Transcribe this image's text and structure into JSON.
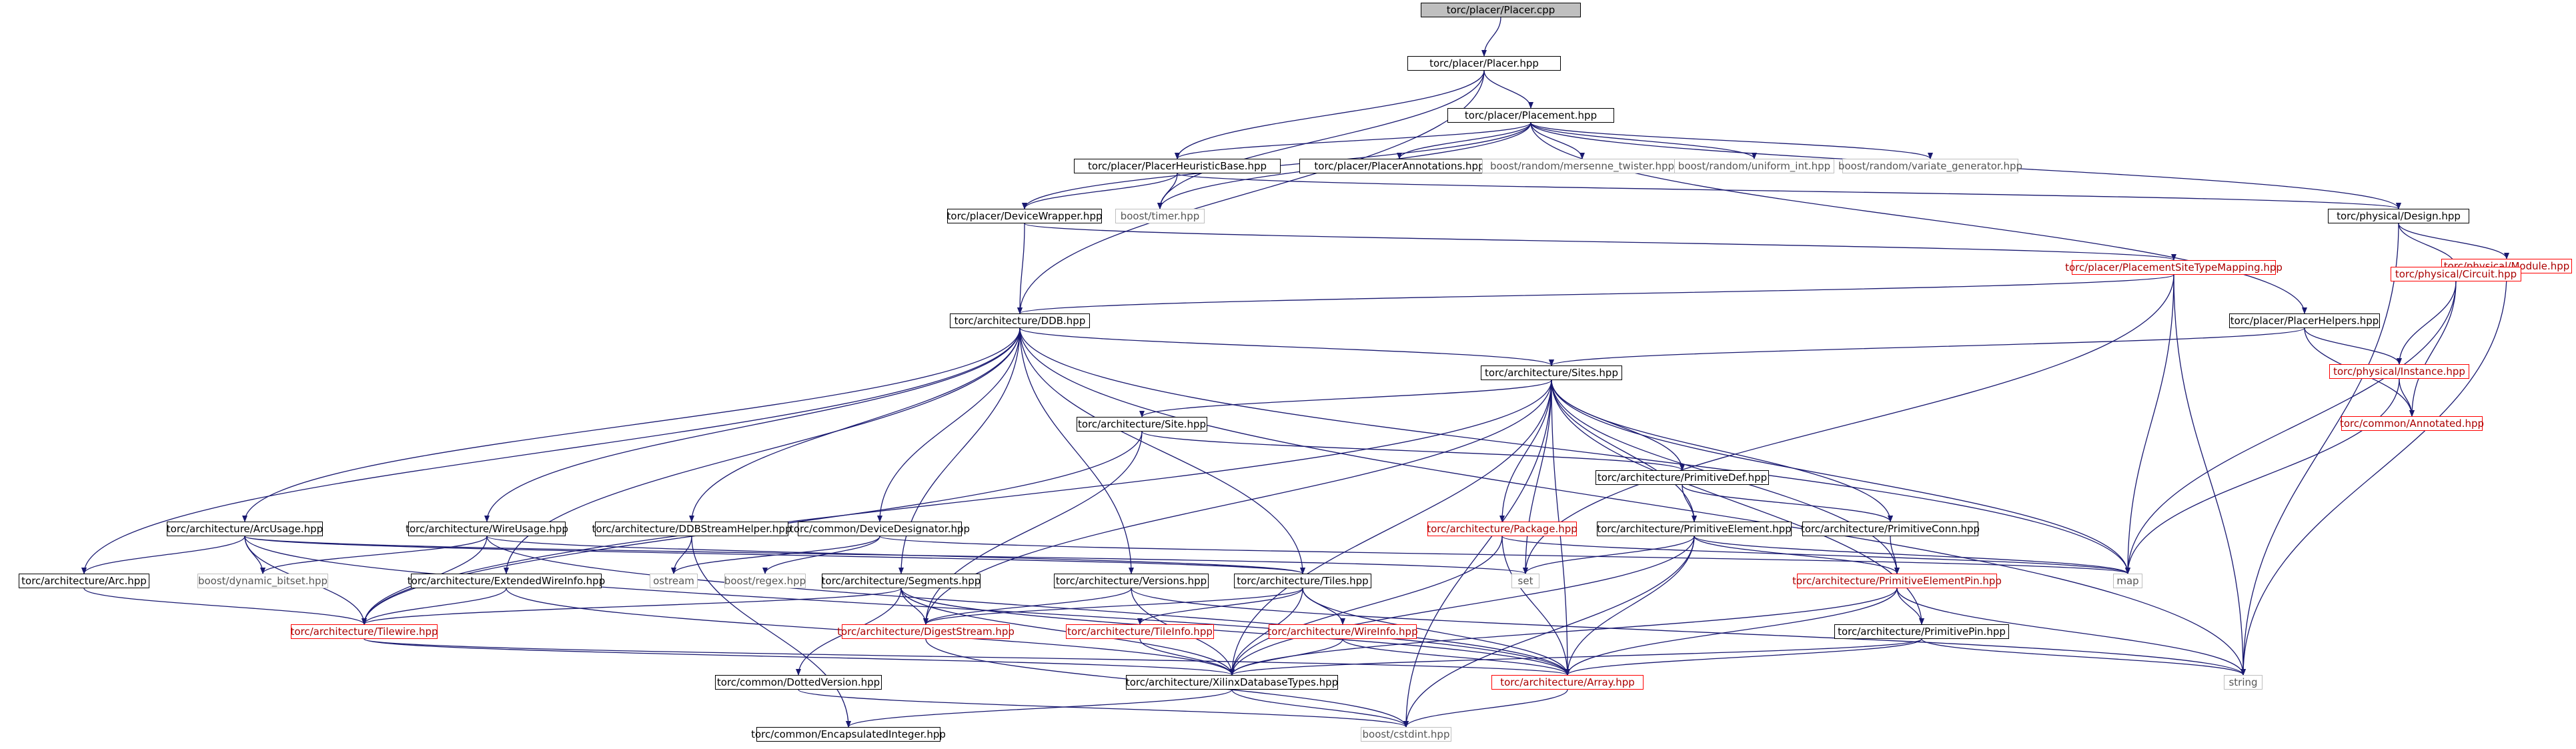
{
  "colors": {
    "edge": "#191970",
    "root_fill": "#bfbfbf",
    "border_normal": "#000000",
    "border_red": "#ff0000",
    "border_gray": "#bfbfbf"
  },
  "nodes": [
    {
      "id": "placer_cpp",
      "label": "torc/placer/Placer.cpp",
      "style": "root"
    },
    {
      "id": "placer_hpp",
      "label": "torc/placer/Placer.hpp",
      "style": "black"
    },
    {
      "id": "placement_hpp",
      "label": "torc/placer/Placement.hpp",
      "style": "black"
    },
    {
      "id": "heuristic_hpp",
      "label": "torc/placer/PlacerHeuristicBase.hpp",
      "style": "black"
    },
    {
      "id": "annotations_hpp",
      "label": "torc/placer/PlacerAnnotations.hpp",
      "style": "black"
    },
    {
      "id": "mersenne",
      "label": "boost/random/mersenne_twister.hpp",
      "style": "gray"
    },
    {
      "id": "uniform_int",
      "label": "boost/random/uniform_int.hpp",
      "style": "gray"
    },
    {
      "id": "variate",
      "label": "boost/random/variate_generator.hpp",
      "style": "gray"
    },
    {
      "id": "timer",
      "label": "boost/timer.hpp",
      "style": "gray"
    },
    {
      "id": "devicewrapper",
      "label": "torc/placer/DeviceWrapper.hpp",
      "style": "black"
    },
    {
      "id": "design",
      "label": "torc/physical/Design.hpp",
      "style": "black"
    },
    {
      "id": "module",
      "label": "torc/physical/Module.hpp",
      "style": "red"
    },
    {
      "id": "circuit",
      "label": "torc/physical/Circuit.hpp",
      "style": "red"
    },
    {
      "id": "psitemapping",
      "label": "torc/placer/PlacementSiteTypeMapping.hpp",
      "style": "red"
    },
    {
      "id": "ddb",
      "label": "torc/architecture/DDB.hpp",
      "style": "black"
    },
    {
      "id": "placerhelpers",
      "label": "torc/placer/PlacerHelpers.hpp",
      "style": "black"
    },
    {
      "id": "instance",
      "label": "torc/physical/Instance.hpp",
      "style": "red"
    },
    {
      "id": "annotated",
      "label": "torc/common/Annotated.hpp",
      "style": "red"
    },
    {
      "id": "sites",
      "label": "torc/architecture/Sites.hpp",
      "style": "black"
    },
    {
      "id": "site",
      "label": "torc/architecture/Site.hpp",
      "style": "black"
    },
    {
      "id": "primitivedef",
      "label": "torc/architecture/PrimitiveDef.hpp",
      "style": "black"
    },
    {
      "id": "arcusage",
      "label": "torc/architecture/ArcUsage.hpp",
      "style": "black"
    },
    {
      "id": "wireusage",
      "label": "torc/architecture/WireUsage.hpp",
      "style": "black"
    },
    {
      "id": "ddbstream",
      "label": "torc/architecture/DDBStreamHelper.hpp",
      "style": "black"
    },
    {
      "id": "devdesignator",
      "label": "torc/common/DeviceDesignator.hpp",
      "style": "black"
    },
    {
      "id": "package",
      "label": "torc/architecture/Package.hpp",
      "style": "red"
    },
    {
      "id": "primelement",
      "label": "torc/architecture/PrimitiveElement.hpp",
      "style": "black"
    },
    {
      "id": "primconn",
      "label": "torc/architecture/PrimitiveConn.hpp",
      "style": "black"
    },
    {
      "id": "arc",
      "label": "torc/architecture/Arc.hpp",
      "style": "black"
    },
    {
      "id": "dynbitset",
      "label": "boost/dynamic_bitset.hpp",
      "style": "gray"
    },
    {
      "id": "extwireinfo",
      "label": "torc/architecture/ExtendedWireInfo.hpp",
      "style": "black"
    },
    {
      "id": "ostream",
      "label": "ostream",
      "style": "gray"
    },
    {
      "id": "regex",
      "label": "boost/regex.hpp",
      "style": "gray"
    },
    {
      "id": "segments",
      "label": "torc/architecture/Segments.hpp",
      "style": "black"
    },
    {
      "id": "versions",
      "label": "torc/architecture/Versions.hpp",
      "style": "black"
    },
    {
      "id": "tiles",
      "label": "torc/architecture/Tiles.hpp",
      "style": "black"
    },
    {
      "id": "set",
      "label": "set",
      "style": "gray"
    },
    {
      "id": "primelementpin",
      "label": "torc/architecture/PrimitiveElementPin.hpp",
      "style": "red"
    },
    {
      "id": "map",
      "label": "map",
      "style": "gray"
    },
    {
      "id": "tilewire",
      "label": "torc/architecture/Tilewire.hpp",
      "style": "red"
    },
    {
      "id": "digeststream",
      "label": "torc/architecture/DigestStream.hpp",
      "style": "red"
    },
    {
      "id": "tileinfo",
      "label": "torc/architecture/TileInfo.hpp",
      "style": "red"
    },
    {
      "id": "wireinfo",
      "label": "torc/architecture/WireInfo.hpp",
      "style": "red"
    },
    {
      "id": "primpin",
      "label": "torc/architecture/PrimitivePin.hpp",
      "style": "black"
    },
    {
      "id": "string",
      "label": "string",
      "style": "gray"
    },
    {
      "id": "dottedversion",
      "label": "torc/common/DottedVersion.hpp",
      "style": "black"
    },
    {
      "id": "xilinxdbtypes",
      "label": "torc/architecture/XilinxDatabaseTypes.hpp",
      "style": "black"
    },
    {
      "id": "array",
      "label": "torc/architecture/Array.hpp",
      "style": "red"
    },
    {
      "id": "encapint",
      "label": "torc/common/EncapsulatedInteger.hpp",
      "style": "black"
    },
    {
      "id": "cstdint",
      "label": "boost/cstdint.hpp",
      "style": "gray"
    }
  ],
  "edges": [
    [
      "placer_cpp",
      "placer_hpp"
    ],
    [
      "placer_hpp",
      "placement_hpp"
    ],
    [
      "placer_hpp",
      "heuristic_hpp"
    ],
    [
      "placer_hpp",
      "timer"
    ],
    [
      "placer_hpp",
      "ddb"
    ],
    [
      "placement_hpp",
      "heuristic_hpp"
    ],
    [
      "placement_hpp",
      "annotations_hpp"
    ],
    [
      "placement_hpp",
      "mersenne"
    ],
    [
      "placement_hpp",
      "uniform_int"
    ],
    [
      "placement_hpp",
      "variate"
    ],
    [
      "placement_hpp",
      "timer"
    ],
    [
      "placement_hpp",
      "devicewrapper"
    ],
    [
      "placement_hpp",
      "design"
    ],
    [
      "placement_hpp",
      "placerhelpers"
    ],
    [
      "heuristic_hpp",
      "devicewrapper"
    ],
    [
      "heuristic_hpp",
      "timer"
    ],
    [
      "heuristic_hpp",
      "design"
    ],
    [
      "devicewrapper",
      "ddb"
    ],
    [
      "devicewrapper",
      "psitemapping"
    ],
    [
      "design",
      "module"
    ],
    [
      "design",
      "circuit"
    ],
    [
      "design",
      "string"
    ],
    [
      "module",
      "circuit"
    ],
    [
      "module",
      "string"
    ],
    [
      "circuit",
      "instance"
    ],
    [
      "circuit",
      "annotated"
    ],
    [
      "circuit",
      "map"
    ],
    [
      "psitemapping",
      "ddb"
    ],
    [
      "psitemapping",
      "set"
    ],
    [
      "psitemapping",
      "map"
    ],
    [
      "psitemapping",
      "string"
    ],
    [
      "placerhelpers",
      "sites"
    ],
    [
      "placerhelpers",
      "instance"
    ],
    [
      "placerhelpers",
      "annotated"
    ],
    [
      "instance",
      "annotated"
    ],
    [
      "instance",
      "map"
    ],
    [
      "ddb",
      "sites"
    ],
    [
      "ddb",
      "arcusage"
    ],
    [
      "ddb",
      "wireusage"
    ],
    [
      "ddb",
      "ddbstream"
    ],
    [
      "ddb",
      "devdesignator"
    ],
    [
      "ddb",
      "segments"
    ],
    [
      "ddb",
      "versions"
    ],
    [
      "ddb",
      "tiles"
    ],
    [
      "ddb",
      "arc"
    ],
    [
      "ddb",
      "extwireinfo"
    ],
    [
      "ddb",
      "map"
    ],
    [
      "ddb",
      "string"
    ],
    [
      "sites",
      "site"
    ],
    [
      "sites",
      "primitivedef"
    ],
    [
      "sites",
      "package"
    ],
    [
      "sites",
      "primelement"
    ],
    [
      "sites",
      "primconn"
    ],
    [
      "sites",
      "primelementpin"
    ],
    [
      "sites",
      "primpin"
    ],
    [
      "sites",
      "tilewire"
    ],
    [
      "sites",
      "digeststream"
    ],
    [
      "sites",
      "array"
    ],
    [
      "sites",
      "xilinxdbtypes"
    ],
    [
      "sites",
      "map"
    ],
    [
      "sites",
      "set"
    ],
    [
      "sites",
      "cstdint"
    ],
    [
      "site",
      "primitivedef"
    ],
    [
      "site",
      "tilewire"
    ],
    [
      "site",
      "digeststream"
    ],
    [
      "primitivedef",
      "primelement"
    ],
    [
      "primitivedef",
      "primconn"
    ],
    [
      "primelement",
      "primelementpin"
    ],
    [
      "primelement",
      "set"
    ],
    [
      "primelement",
      "array"
    ],
    [
      "primelement",
      "xilinxdbtypes"
    ],
    [
      "primelement",
      "cstdint"
    ],
    [
      "primelement",
      "map"
    ],
    [
      "primconn",
      "primelementpin"
    ],
    [
      "primelementpin",
      "primpin"
    ],
    [
      "primelementpin",
      "array"
    ],
    [
      "primelementpin",
      "xilinxdbtypes"
    ],
    [
      "primelementpin",
      "string"
    ],
    [
      "primpin",
      "array"
    ],
    [
      "primpin",
      "xilinxdbtypes"
    ],
    [
      "primpin",
      "string"
    ],
    [
      "package",
      "array"
    ],
    [
      "package",
      "xilinxdbtypes"
    ],
    [
      "package",
      "map"
    ],
    [
      "arcusage",
      "arc"
    ],
    [
      "arcusage",
      "dynbitset"
    ],
    [
      "arcusage",
      "tilewire"
    ],
    [
      "arcusage",
      "tiles"
    ],
    [
      "arcusage",
      "array"
    ],
    [
      "arcusage",
      "set"
    ],
    [
      "wireusage",
      "dynbitset"
    ],
    [
      "wireusage",
      "tilewire"
    ],
    [
      "wireusage",
      "tiles"
    ],
    [
      "wireusage",
      "array"
    ],
    [
      "ddbstream",
      "ostream"
    ],
    [
      "ddbstream",
      "encapint"
    ],
    [
      "devdesignator",
      "regex"
    ],
    [
      "devdesignator",
      "ostream"
    ],
    [
      "devdesignator",
      "map"
    ],
    [
      "arc",
      "tilewire"
    ],
    [
      "extwireinfo",
      "tilewire"
    ],
    [
      "extwireinfo",
      "xilinxdbtypes"
    ],
    [
      "segments",
      "tilewire"
    ],
    [
      "segments",
      "digeststream"
    ],
    [
      "segments",
      "xilinxdbtypes"
    ],
    [
      "segments",
      "array"
    ],
    [
      "segments",
      "dottedversion"
    ],
    [
      "versions",
      "digeststream"
    ],
    [
      "versions",
      "xilinxdbtypes"
    ],
    [
      "versions",
      "string"
    ],
    [
      "tiles",
      "tileinfo"
    ],
    [
      "tiles",
      "wireinfo"
    ],
    [
      "tiles",
      "digeststream"
    ],
    [
      "tiles",
      "array"
    ],
    [
      "tiles",
      "xilinxdbtypes"
    ],
    [
      "tilewire",
      "xilinxdbtypes"
    ],
    [
      "tilewire",
      "array"
    ],
    [
      "digeststream",
      "cstdint"
    ],
    [
      "tileinfo",
      "xilinxdbtypes"
    ],
    [
      "wireinfo",
      "xilinxdbtypes"
    ],
    [
      "wireinfo",
      "array"
    ],
    [
      "dottedversion",
      "cstdint"
    ],
    [
      "xilinxdbtypes",
      "encapint"
    ],
    [
      "xilinxdbtypes",
      "cstdint"
    ],
    [
      "array",
      "cstdint"
    ]
  ]
}
